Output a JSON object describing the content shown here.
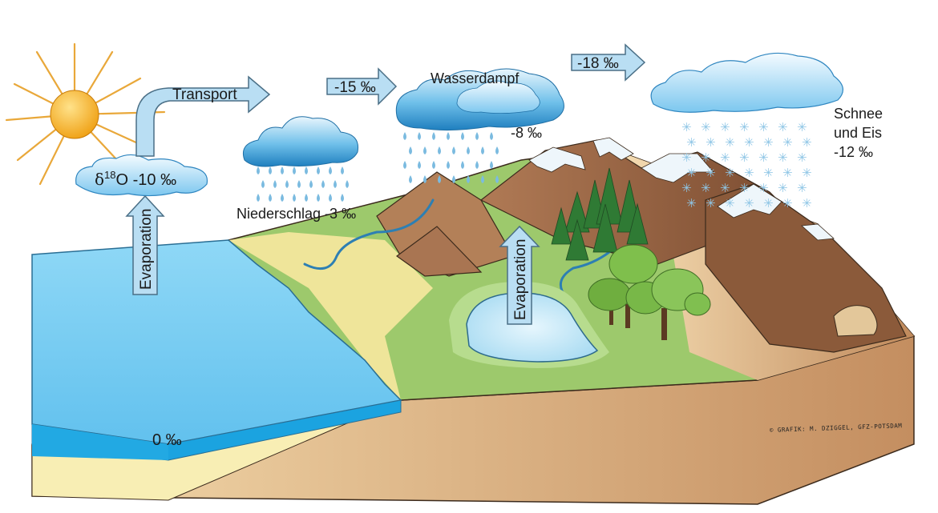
{
  "labels": {
    "transport": "Transport",
    "delta_prefix": "δ",
    "delta_super": "18",
    "delta_rest": "O -10 ‰",
    "evaporation_sea": "Evaporation",
    "evaporation_lake": "Evaporation",
    "niederschlag": "Niederschlag -3 ‰",
    "arrow_1": "-15 ‰",
    "arrow_2": "-18 ‰",
    "wasserdampf": "Wasserdampf",
    "rain_value": "-8 ‰",
    "schnee_line1": "Schnee",
    "schnee_line2": "und Eis",
    "schnee_value": "-12 ‰",
    "ocean_value": "0 ‰",
    "credit": "© GRAFIK: M. DZIGGEL, GFZ-POTSDAM"
  },
  "colors": {
    "sun": "#f2a71b",
    "sun_rays": "#e9a83a",
    "sea": "#6fc9f0",
    "sea_side": "#1aa3e0",
    "sand": "#f4e7a8",
    "grass": "#9cc96a",
    "soil": "#c9956a",
    "mountain": "#8a5a3c",
    "snow": "#eef6fb",
    "cloud": "#3a9fd6",
    "arrow_fill": "#b9def3",
    "arrow_stroke": "#4a6f86",
    "rain": "#7bbbe0"
  },
  "icons": [
    "sun-icon",
    "cloud-icon",
    "raindrop-icon",
    "snowflake-icon",
    "tree-icon",
    "arrow-icon"
  ]
}
